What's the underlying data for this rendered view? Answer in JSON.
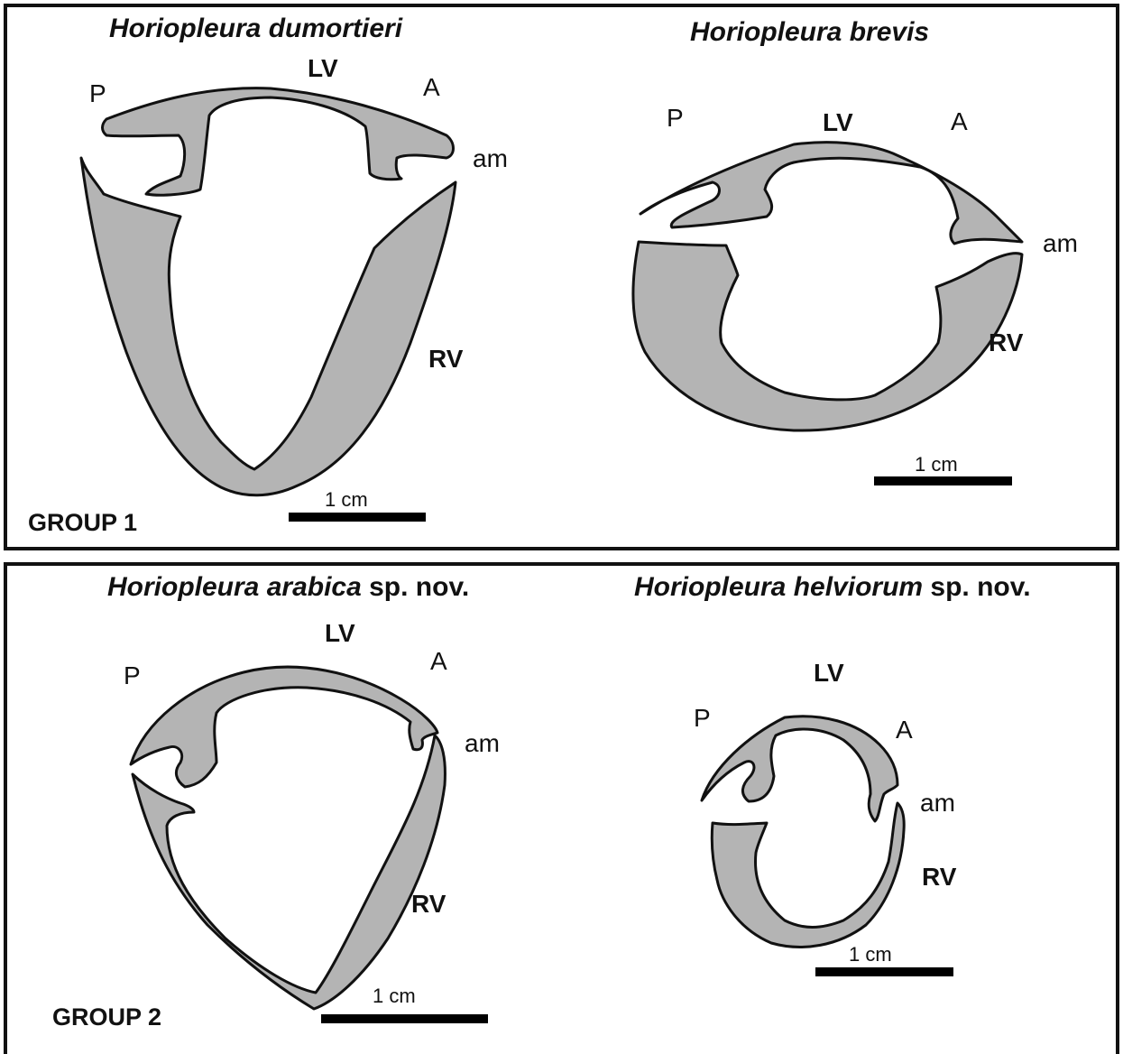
{
  "group1": {
    "label": "GROUP 1",
    "specimen_left": {
      "genus": "Horiopleura",
      "species": "dumortieri",
      "label_p": "P",
      "label_lv": "LV",
      "label_a": "A",
      "label_am": "am",
      "label_rv": "RV",
      "scale": "1 cm"
    },
    "specimen_right": {
      "genus": "Horiopleura",
      "species": "brevis",
      "label_p": "P",
      "label_lv": "LV",
      "label_a": "A",
      "label_am": "am",
      "label_rv": "RV",
      "scale": "1 cm"
    }
  },
  "group2": {
    "label": "GROUP 2",
    "specimen_left": {
      "genus": "Horiopleura",
      "species": "arabica",
      "suffix": "sp. nov.",
      "label_p": "P",
      "label_lv": "LV",
      "label_a": "A",
      "label_am": "am",
      "label_rv": "RV",
      "scale": "1 cm"
    },
    "specimen_right": {
      "genus": "Horiopleura",
      "species": "helviorum",
      "suffix": "sp. nov.",
      "label_p": "P",
      "label_lv": "LV",
      "label_a": "A",
      "label_am": "am",
      "label_rv": "RV",
      "scale": "1 cm"
    }
  },
  "colors": {
    "shell_fill": "#b4b4b4",
    "outline": "#111111",
    "background": "#ffffff"
  }
}
